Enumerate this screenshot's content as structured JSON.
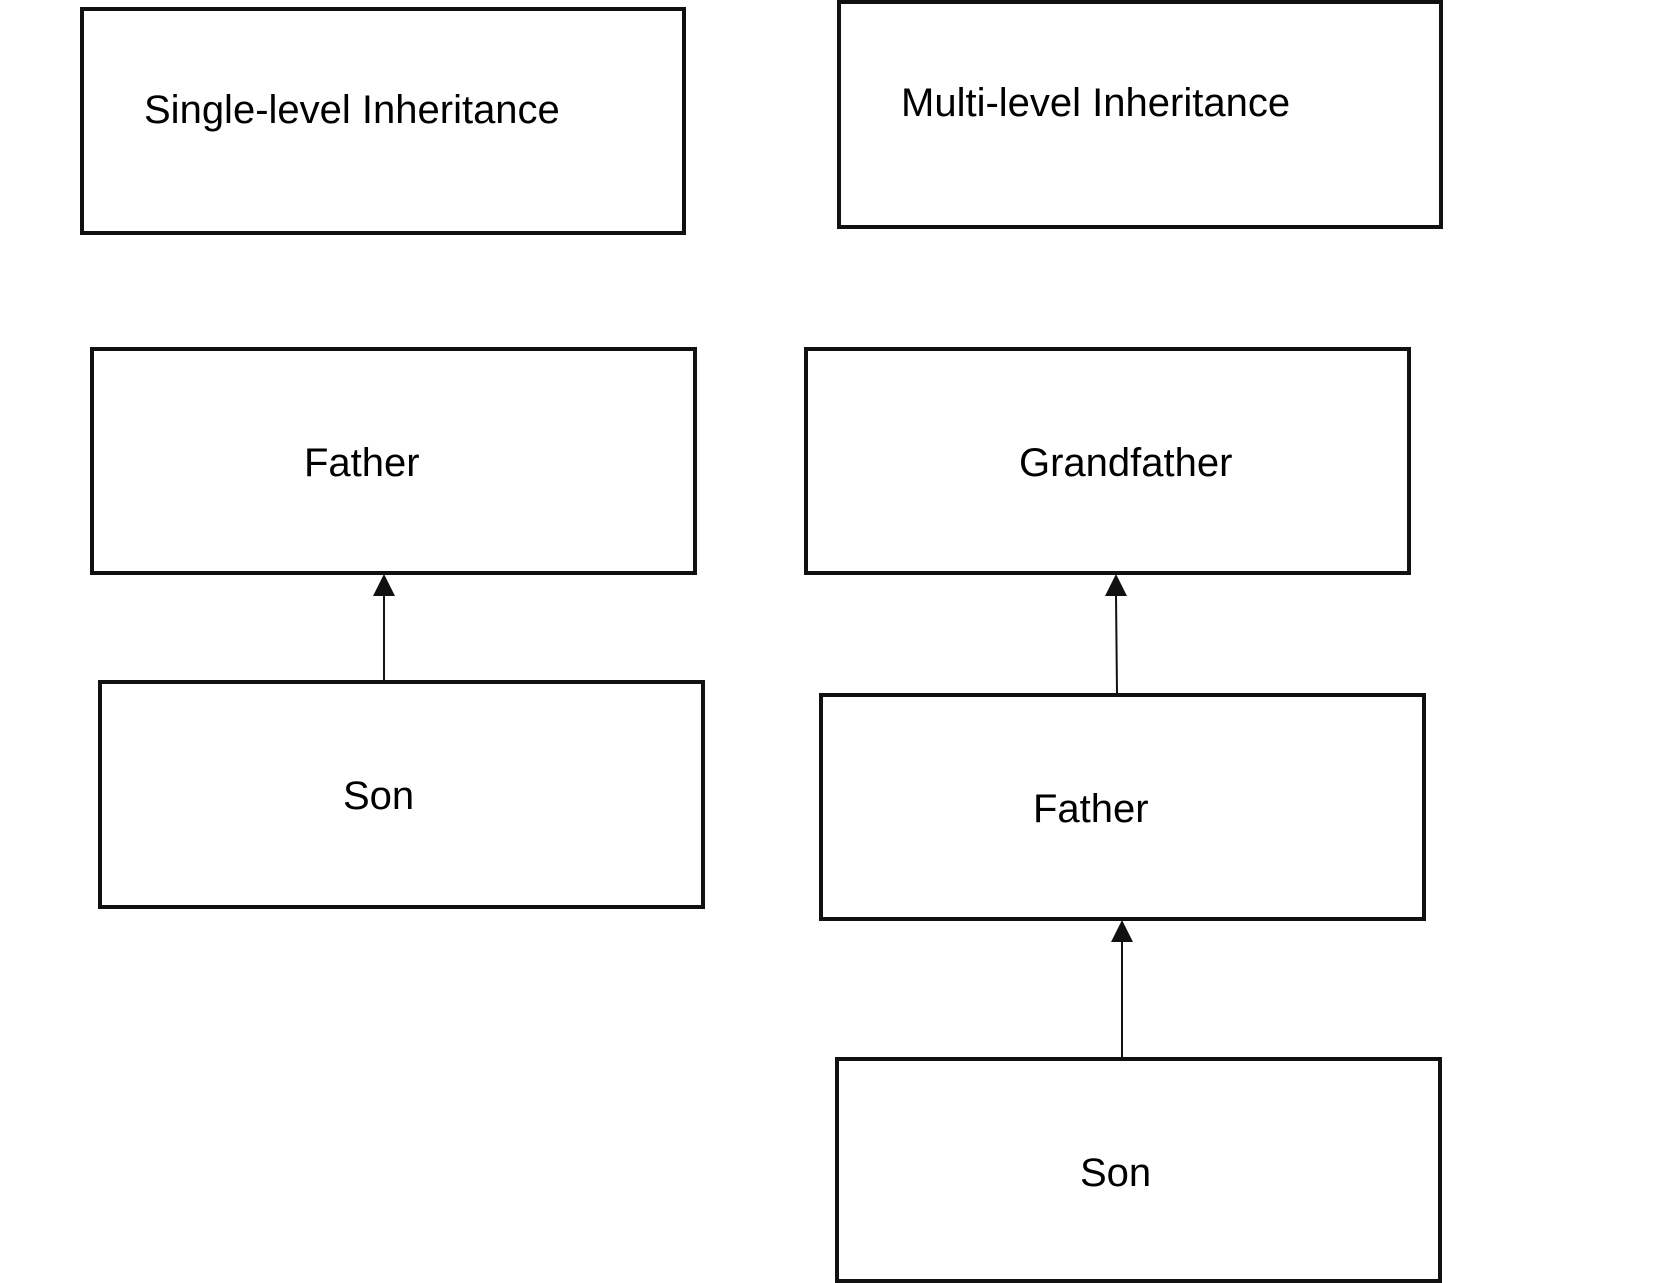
{
  "single_level": {
    "title": "Single-level Inheritance",
    "parent": "Father",
    "child": "Son"
  },
  "multi_level": {
    "title": "Multi-level Inheritance",
    "grandparent": "Grandfather",
    "parent": "Father",
    "child": "Son"
  },
  "colors": {
    "stroke": "#111111",
    "text": "#000000",
    "background": "#ffffff"
  }
}
